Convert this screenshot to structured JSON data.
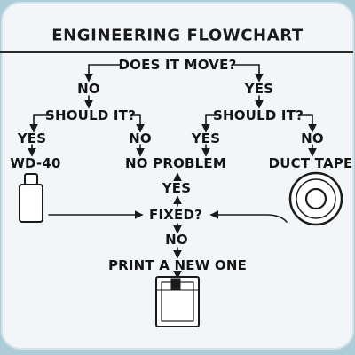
{
  "title": "ENGINEERING FLOWCHART",
  "nodes": {
    "moves": "DOES IT MOVE?",
    "no_left": "NO",
    "yes_right": "YES",
    "should_left": "SHOULD IT?",
    "should_right": "SHOULD IT?",
    "yes_ll": "YES",
    "no_lr": "NO",
    "yes_rl": "YES",
    "no_rr": "NO",
    "wd40": "WD-40",
    "no_problem": "NO PROBLEM",
    "duct_tape": "DUCT TAPE",
    "yes_up": "YES",
    "fixed": "FIXED?",
    "no_down": "NO",
    "print": "PRINT A NEW ONE"
  },
  "icons": {
    "wd40": "spray-can-icon",
    "duct_tape": "tape-roll-icon",
    "printer": "3d-printer-icon"
  },
  "colors": {
    "background": "#aecbd8",
    "card": "#f2f6f9",
    "ink": "#1a1a1a"
  }
}
